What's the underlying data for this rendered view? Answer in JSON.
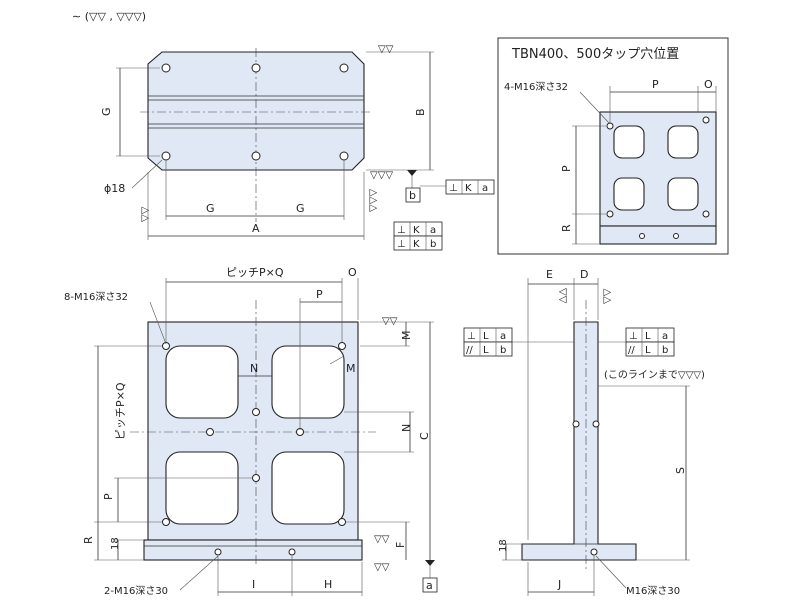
{
  "header": {
    "finish_symbol": "∼ (▽▽ , ▽▽▽)"
  },
  "top_view": {
    "label_G_side": "G",
    "label_B": "B",
    "label_G_left": "G",
    "label_G_right": "G",
    "label_A": "A",
    "label_diam": "ϕ18",
    "datum_b": "b",
    "tol_perp_K_a": [
      "⊥",
      "K",
      "a"
    ],
    "tol_perp_K_a_2": [
      "⊥",
      "K",
      "a"
    ],
    "tol_perp_K_b": [
      "⊥",
      "K",
      "b"
    ]
  },
  "inset": {
    "title": "TBN400、500タップ穴位置",
    "tap_label": "4-M16深さ32",
    "label_P_top": "P",
    "label_O": "O",
    "label_P_side": "P",
    "label_R": "R"
  },
  "front_view": {
    "pitch_label": "ピッチP×Q",
    "label_O": "O",
    "label_P": "P",
    "tap_label": "8-M16深さ32",
    "label_M_right": "M",
    "label_N": "N",
    "label_M_inner": "M",
    "label_N_right": "N",
    "label_C": "C",
    "pitch_label_vertical": "ピッチP×Q",
    "label_P_side": "P",
    "label_R": "R",
    "label_18": "18",
    "label_F": "F",
    "label_I": "I",
    "label_H": "H",
    "bottom_tap_label": "2-M16深さ30",
    "datum_a": "a"
  },
  "side_view": {
    "label_E": "E",
    "label_D": "D",
    "tol_left_1": [
      "⊥",
      "L",
      "a"
    ],
    "tol_left_2": [
      "//",
      "L",
      "b"
    ],
    "tol_right_1": [
      "⊥",
      "L",
      "a"
    ],
    "tol_right_2": [
      "//",
      "L",
      "b"
    ],
    "line_note": "(このラインまで▽▽▽)",
    "label_S": "S",
    "label_18": "18",
    "label_J": "J",
    "bottom_tap_label": "M16深さ30"
  }
}
